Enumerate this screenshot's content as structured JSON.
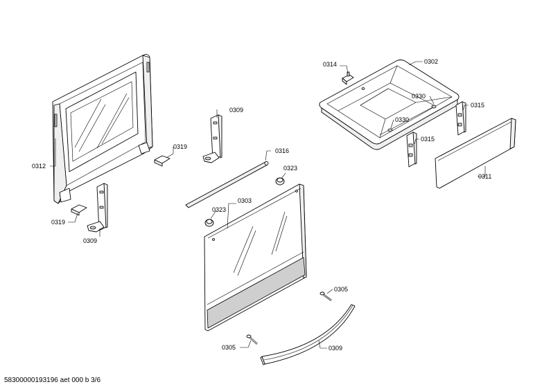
{
  "diagram": {
    "callouts": [
      {
        "id": "c-0312",
        "text": "0312"
      },
      {
        "id": "c-0319a",
        "text": "0319"
      },
      {
        "id": "c-0309a",
        "text": "0309"
      },
      {
        "id": "c-0319b",
        "text": "0319"
      },
      {
        "id": "c-0309b",
        "text": "0309"
      },
      {
        "id": "c-0316",
        "text": "0316"
      },
      {
        "id": "c-0323a",
        "text": "0323"
      },
      {
        "id": "c-0303",
        "text": "0303"
      },
      {
        "id": "c-0323b",
        "text": "0323"
      },
      {
        "id": "c-0314",
        "text": "0314"
      },
      {
        "id": "c-0302",
        "text": "0302"
      },
      {
        "id": "c-0330a",
        "text": "0330"
      },
      {
        "id": "c-0330b",
        "text": "0330"
      },
      {
        "id": "c-0315a",
        "text": "0315"
      },
      {
        "id": "c-0315b",
        "text": "0315"
      },
      {
        "id": "c-0311",
        "text": "0311"
      },
      {
        "id": "c-0305a",
        "text": "0305"
      },
      {
        "id": "c-0305b",
        "text": "0305"
      },
      {
        "id": "c-0309c",
        "text": "0309"
      }
    ],
    "footer": "58300000193196 aet 000 b 3/6"
  }
}
